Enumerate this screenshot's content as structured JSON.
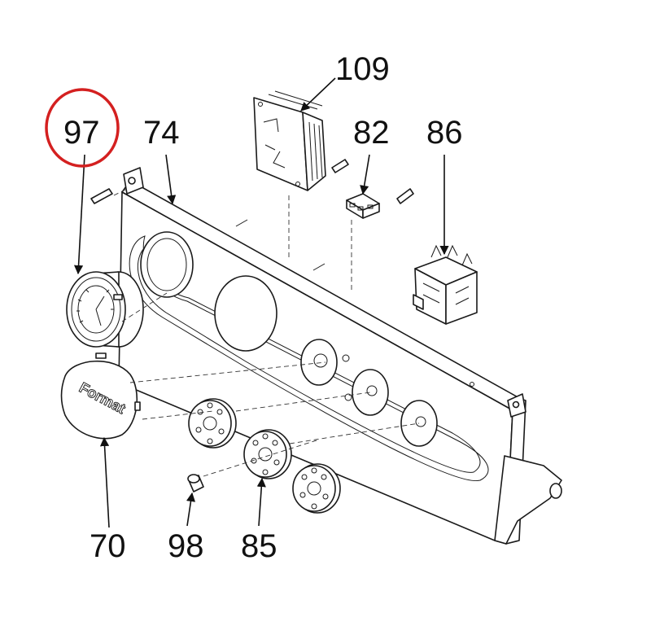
{
  "callouts": {
    "p97": "97",
    "p74": "74",
    "p109": "109",
    "p82": "82",
    "p86": "86",
    "p70": "70",
    "p98": "98",
    "p85": "85"
  },
  "cover_brand": "Format",
  "highlight_color": "#d42020",
  "line_color": "#1a1a1a"
}
